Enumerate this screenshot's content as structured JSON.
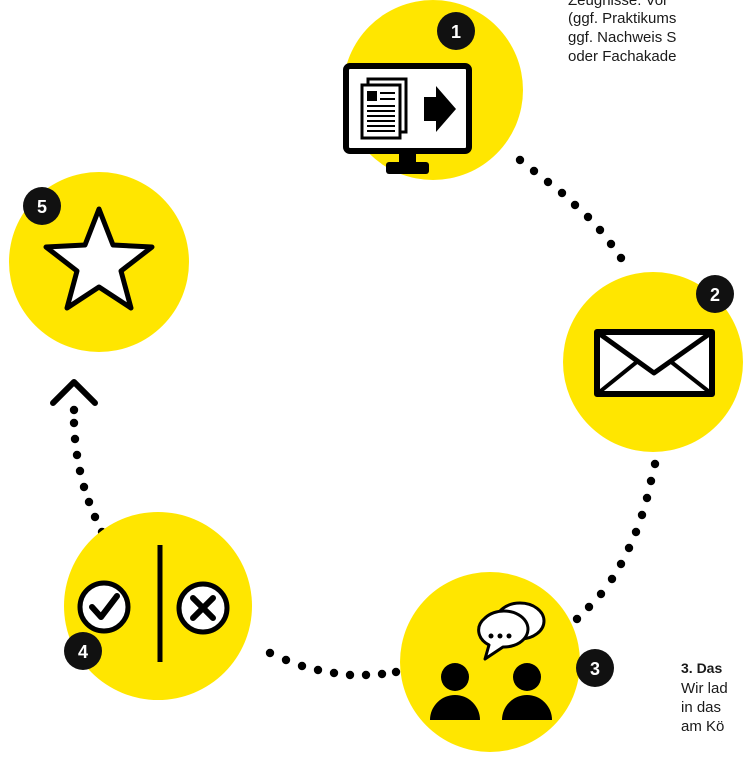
{
  "colors": {
    "accent": "#ffe600",
    "ink": "#000000",
    "badge": "#111111",
    "text": "#1a1a1a"
  },
  "steps": [
    {
      "number": "1",
      "icon": "monitor-document-arrow-icon"
    },
    {
      "number": "2",
      "icon": "envelope-icon"
    },
    {
      "number": "3",
      "icon": "two-people-speech-bubbles-icon"
    },
    {
      "number": "4",
      "icon": "check-cross-icon"
    },
    {
      "number": "5",
      "icon": "star-icon"
    }
  ],
  "text_top": [
    "Zeugnisse: Vor",
    "(ggf. Praktikums",
    "ggf. Nachweis S",
    "oder Fachakade"
  ],
  "text_bottom": {
    "heading": "3. Das",
    "lines": [
      "Wir lad",
      "in das",
      "am Kö"
    ]
  }
}
